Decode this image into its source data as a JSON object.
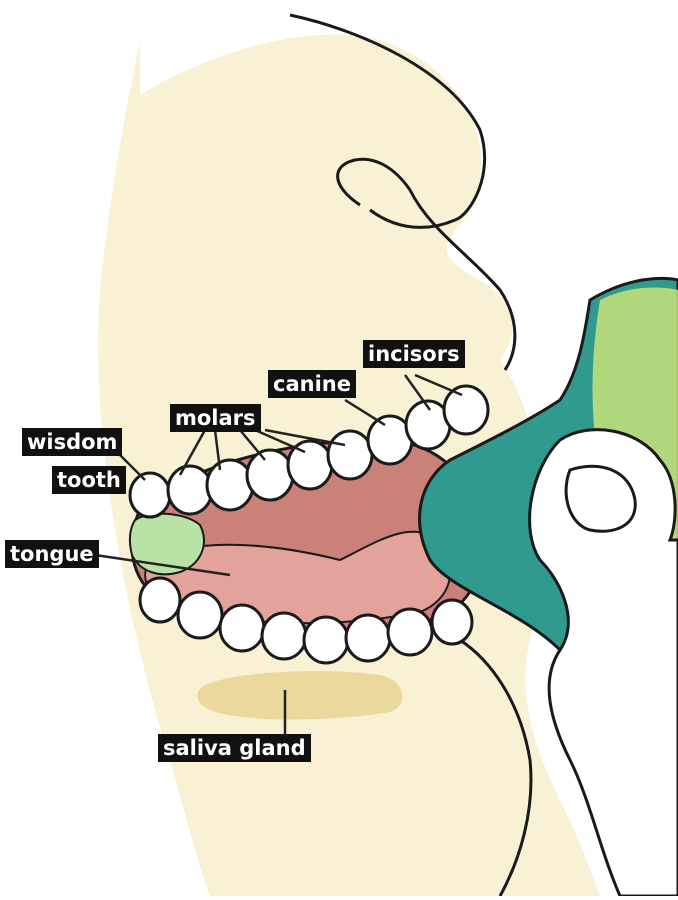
{
  "labels": {
    "incisors": "incisors",
    "canine": "canine",
    "molars": "molars",
    "wisdom_tooth_line1": "wisdom",
    "wisdom_tooth_line2": "tooth",
    "tongue": "tongue",
    "saliva_gland": "saliva gland"
  },
  "colors": {
    "skin": "#f8f1d4",
    "outline": "#1a1a1a",
    "mouth_interior": "#d18f86",
    "tongue": "#e4a39a",
    "wisdom_tooth_green": "#b9e3a6",
    "cup_outer": "#2f9a8d",
    "cup_highlight": "#c8e27a",
    "saliva_gland": "#ecd79d",
    "label_bg": "#111111",
    "label_text": "#ffffff"
  }
}
